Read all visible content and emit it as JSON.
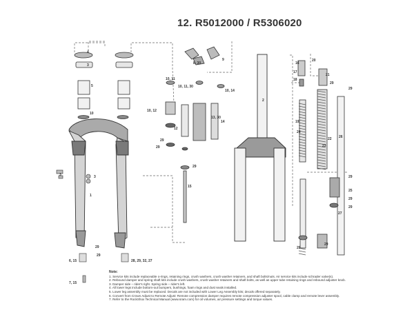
{
  "diagram": {
    "title": "12. R5012000 / R5306020",
    "callouts": [
      {
        "text": "4"
      },
      {
        "text": "3"
      },
      {
        "text": "5"
      },
      {
        "text": "10"
      },
      {
        "text": "1"
      },
      {
        "text": "3"
      },
      {
        "text": "3"
      },
      {
        "text": "29"
      },
      {
        "text": "6, 15"
      },
      {
        "text": "28, 29, 32, 27"
      },
      {
        "text": "29"
      },
      {
        "text": "7, 15"
      },
      {
        "text": "8, 30"
      },
      {
        "text": "9"
      },
      {
        "text": "10, 11"
      },
      {
        "text": "10, 11, 30"
      },
      {
        "text": "10, 14"
      },
      {
        "text": "10, 12"
      },
      {
        "text": "12"
      },
      {
        "text": "13, 30"
      },
      {
        "text": "14"
      },
      {
        "text": "29"
      },
      {
        "text": "29"
      },
      {
        "text": "15"
      },
      {
        "text": "29"
      },
      {
        "text": "2"
      },
      {
        "text": "16"
      },
      {
        "text": "17"
      },
      {
        "text": "18"
      },
      {
        "text": "20"
      },
      {
        "text": "21"
      },
      {
        "text": "29"
      },
      {
        "text": "29"
      },
      {
        "text": "19"
      },
      {
        "text": "22"
      },
      {
        "text": "26"
      },
      {
        "text": "24"
      },
      {
        "text": "23"
      },
      {
        "text": "25"
      },
      {
        "text": "29"
      },
      {
        "text": "29"
      },
      {
        "text": "29"
      },
      {
        "text": "27"
      },
      {
        "text": "29"
      },
      {
        "text": "29"
      }
    ],
    "notes": {
      "heading": "Note:",
      "lines": [
        "1. Service kits include replaceable o-rings, retaining rings, crush washers, crush washer retainers, and shaft bolts/nuts.   Air service kits include schrader valve(s).",
        "2. Rebound damper and spring shaft kits include crush washers, crush washer retainers and shaft bolts, as well as upper tube retaining rings and rebound adjuster knob.",
        "3. Damper side – rider's right.  Spring side – rider's left.",
        "4. All lower legs include bottom-out bumpers, bushings, foam rings and dust seals installed.",
        "5. Lower leg assembly must be replaced. Decals are not included with Lower Leg Assembly kits; decals offered separately.",
        "6. Convert from Crown Adjust to Remote Adjust:  Remote compression damper requires remote compression adjuster spool, cable clamp and remote lever assembly.",
        "7. Refer to the RockShox Technical Manual (www.sram.com) for oil volumes, air pressure settings and torque values."
      ]
    }
  }
}
